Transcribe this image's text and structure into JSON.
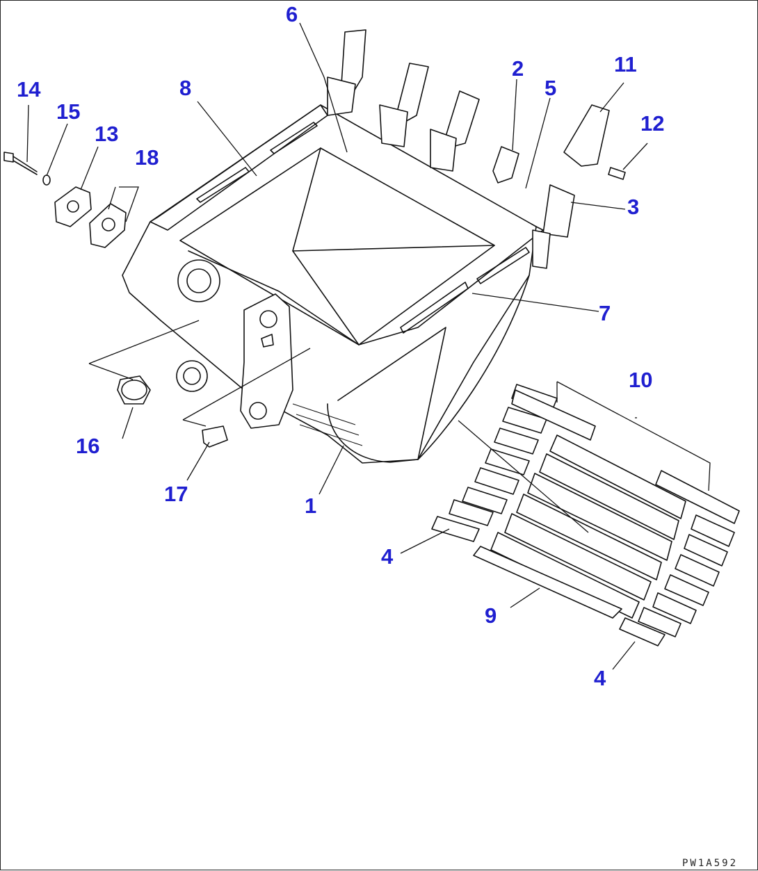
{
  "diagram_code": "PW1A592",
  "callouts": [
    "1",
    "2",
    "3",
    "4",
    "4",
    "5",
    "6",
    "7",
    "8",
    "9",
    "10",
    "11",
    "12",
    "13",
    "14",
    "15",
    "16",
    "17",
    "18"
  ]
}
